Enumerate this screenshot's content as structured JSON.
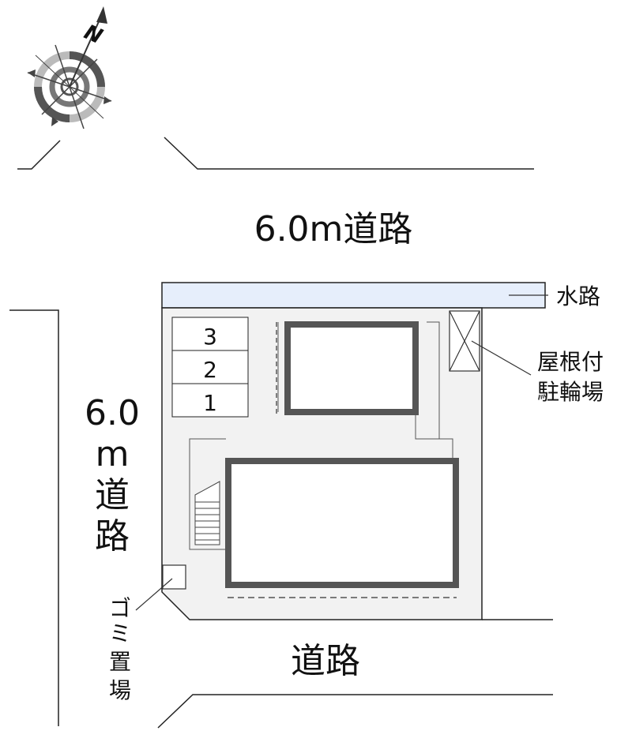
{
  "compass": {
    "north_label": "N",
    "icon": "north-arrow-compass-icon"
  },
  "roads": {
    "north": "6.0m道路",
    "west_lines": [
      "6.0",
      "m",
      "道",
      "路"
    ],
    "south": "道路"
  },
  "labels": {
    "waterway": "水路",
    "bike_parking": [
      "屋根付",
      "駐輪場"
    ],
    "garbage": [
      "ゴ",
      "ミ",
      "置",
      "場"
    ]
  },
  "parking_spaces": [
    "3",
    "2",
    "1"
  ],
  "colors": {
    "waterway_fill": "#e6eefb",
    "site_fill": "#f2f2f2",
    "building_border": "#555555",
    "line": "#222222"
  }
}
